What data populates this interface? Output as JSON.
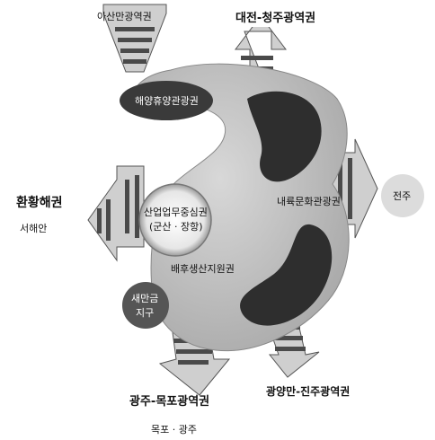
{
  "regions": {
    "asan_bay": "아산만광역권",
    "daejeon_cheongju": "대전-청주광역권",
    "jeonju": "전주",
    "hwanghae_rim": "환황해권",
    "west_sea": "서해안",
    "gwangju_mokpo": "광주-목포광역권",
    "mokpo_gwangju": "목포 · 광주",
    "gwangyang_jinju": "광양만-진주광역권"
  },
  "zones": {
    "marine_tourism": "해양휴양관광권",
    "industrial_core_line1": "산업업무중심권",
    "industrial_core_line2": "(군산 · 장항)",
    "inland_culture": "내륙문화관광권",
    "support_production": "배후생산지원권",
    "saemangeum_line1": "새만금",
    "saemangeum_line2": "지구"
  },
  "colors": {
    "body": "#bdbdbd",
    "body_light": "#dedede",
    "dark": "#2e2e2e",
    "saemangeum": "#555555",
    "arrow_dark": "#4a4a4a",
    "arrow_light": "#cfcfcf"
  }
}
